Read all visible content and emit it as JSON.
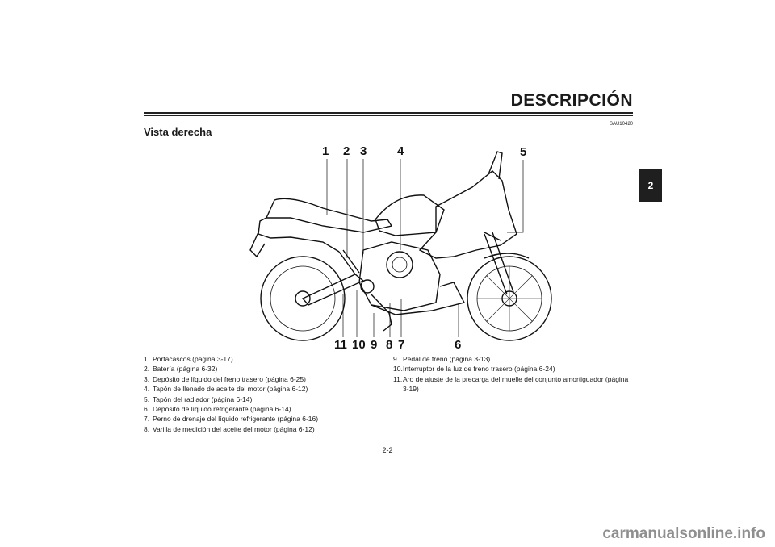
{
  "header": {
    "title": "DESCRIPCIÓN",
    "ref_code": "SAU10420"
  },
  "section": {
    "title": "Vista derecha"
  },
  "chapter_tab": "2",
  "figure": {
    "callouts_top": [
      "1",
      "2",
      "3",
      "4",
      "5"
    ],
    "callouts_bottom": [
      "11",
      "10",
      "9",
      "8",
      "7",
      "6"
    ]
  },
  "legend": {
    "left": [
      {
        "num": "1.",
        "text": "Portacascos (página 3-17)"
      },
      {
        "num": "2.",
        "text": "Batería (página 6-32)"
      },
      {
        "num": "3.",
        "text": "Depósito de líquido del freno trasero (página 6-25)"
      },
      {
        "num": "4.",
        "text": "Tapón de llenado de aceite del motor (página 6-12)"
      },
      {
        "num": "5.",
        "text": "Tapón del radiador (página 6-14)"
      },
      {
        "num": "6.",
        "text": "Depósito de líquido refrigerante (página 6-14)"
      },
      {
        "num": "7.",
        "text": "Perno de drenaje del líquido refrigerante (página 6-16)"
      },
      {
        "num": "8.",
        "text": "Varilla de medición del aceite del motor (página 6-12)"
      }
    ],
    "right": [
      {
        "num": "9.",
        "text": "Pedal de freno (página 3-13)"
      },
      {
        "num": "10.",
        "text": "Interruptor de la luz de freno trasero (página 6-24)"
      },
      {
        "num": "11.",
        "text": "Aro de ajuste de la precarga del muelle del conjunto amortiguador (página 3-19)"
      }
    ]
  },
  "page_number": "2-2",
  "watermark": "carmanualsonline.info"
}
